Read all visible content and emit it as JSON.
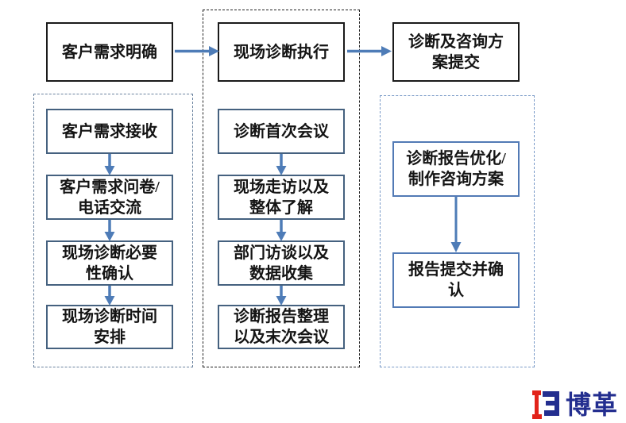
{
  "diagram": {
    "phases": [
      {
        "label": "客户需求明确"
      },
      {
        "label": "现场诊断执行"
      },
      {
        "label": "诊断及咨询方\n案提交"
      }
    ],
    "columns": [
      {
        "steps": [
          {
            "label": "客户需求接收"
          },
          {
            "label": "客户需求问卷/\n电话交流"
          },
          {
            "label": "现场诊断必要\n性确认"
          },
          {
            "label": "现场诊断时间\n安排"
          }
        ]
      },
      {
        "steps": [
          {
            "label": "诊断首次会议"
          },
          {
            "label": "现场走访以及\n整体了解"
          },
          {
            "label": "部门访谈以及\n数据收集"
          },
          {
            "label": "诊断报告整理\n以及末次会议"
          }
        ]
      },
      {
        "steps": [
          {
            "label": "诊断报告优化/\n制作咨询方案"
          },
          {
            "label": "报告提交并确\n认"
          }
        ]
      }
    ]
  },
  "logo": {
    "text": "博革"
  },
  "colors": {
    "background": "#ffffff",
    "arrow": "#4e7cb7",
    "phase_border": "#1a1a1a",
    "step_border": "#45617f",
    "phase3_step_border": "#527ab5",
    "container1_dash": "#6a829e",
    "container2_dash": "#222222",
    "container3_dash": "#7b9bc8",
    "logo_red": "#e2231a",
    "logo_blue": "#232e8f"
  }
}
